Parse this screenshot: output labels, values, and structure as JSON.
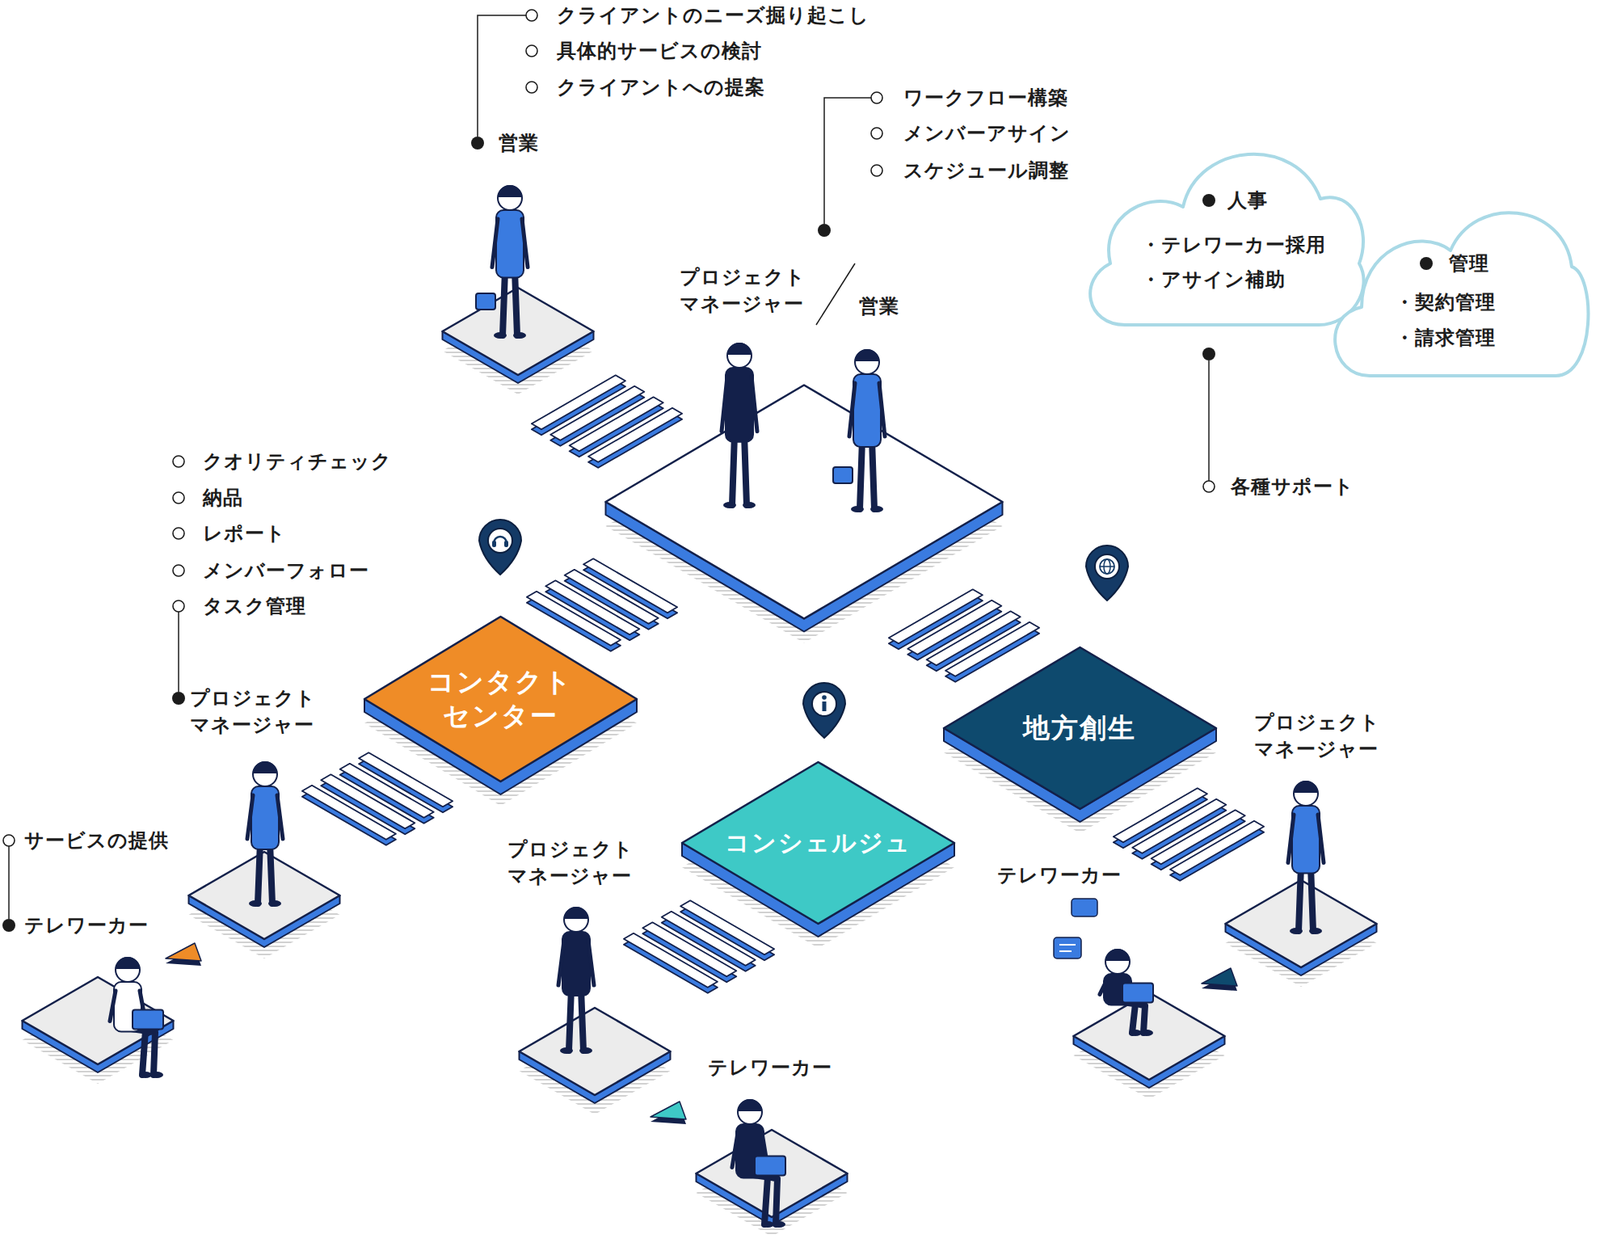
{
  "diagram": {
    "nodes": [
      {
        "text": [
          "人事",
          "・テレワーカー採用",
          "・アサイン補助"
        ]
      },
      {
        "text": [
          "管理",
          "・契約管理",
          "・請求管理"
        ]
      },
      {
        "text": [
          "コンタクト センター"
        ]
      },
      {
        "text": [
          "地方創生"
        ]
      },
      {
        "text": [
          "コンシェルジュ"
        ]
      }
    ],
    "labels": [
      "クライアントのニーズ掘り起こし",
      "具体的サービスの検討",
      "クライアントへの提案",
      "ワークフロー構築",
      "メンバーアサイン",
      "スケジュール調整",
      "営業",
      "プロジェクト マネージャー",
      "営業",
      "クオリティチェック",
      "納品",
      "レポート",
      "各種サポート",
      "メンバーフォロー",
      "タスク管理",
      "プロジェクト マネージャー",
      "プロジェクト マネージャー",
      "サービスの提供",
      "プロジェクト マネージャー",
      "テレワーカー",
      "テレワーカー",
      "テレワーカー"
    ]
  }
}
